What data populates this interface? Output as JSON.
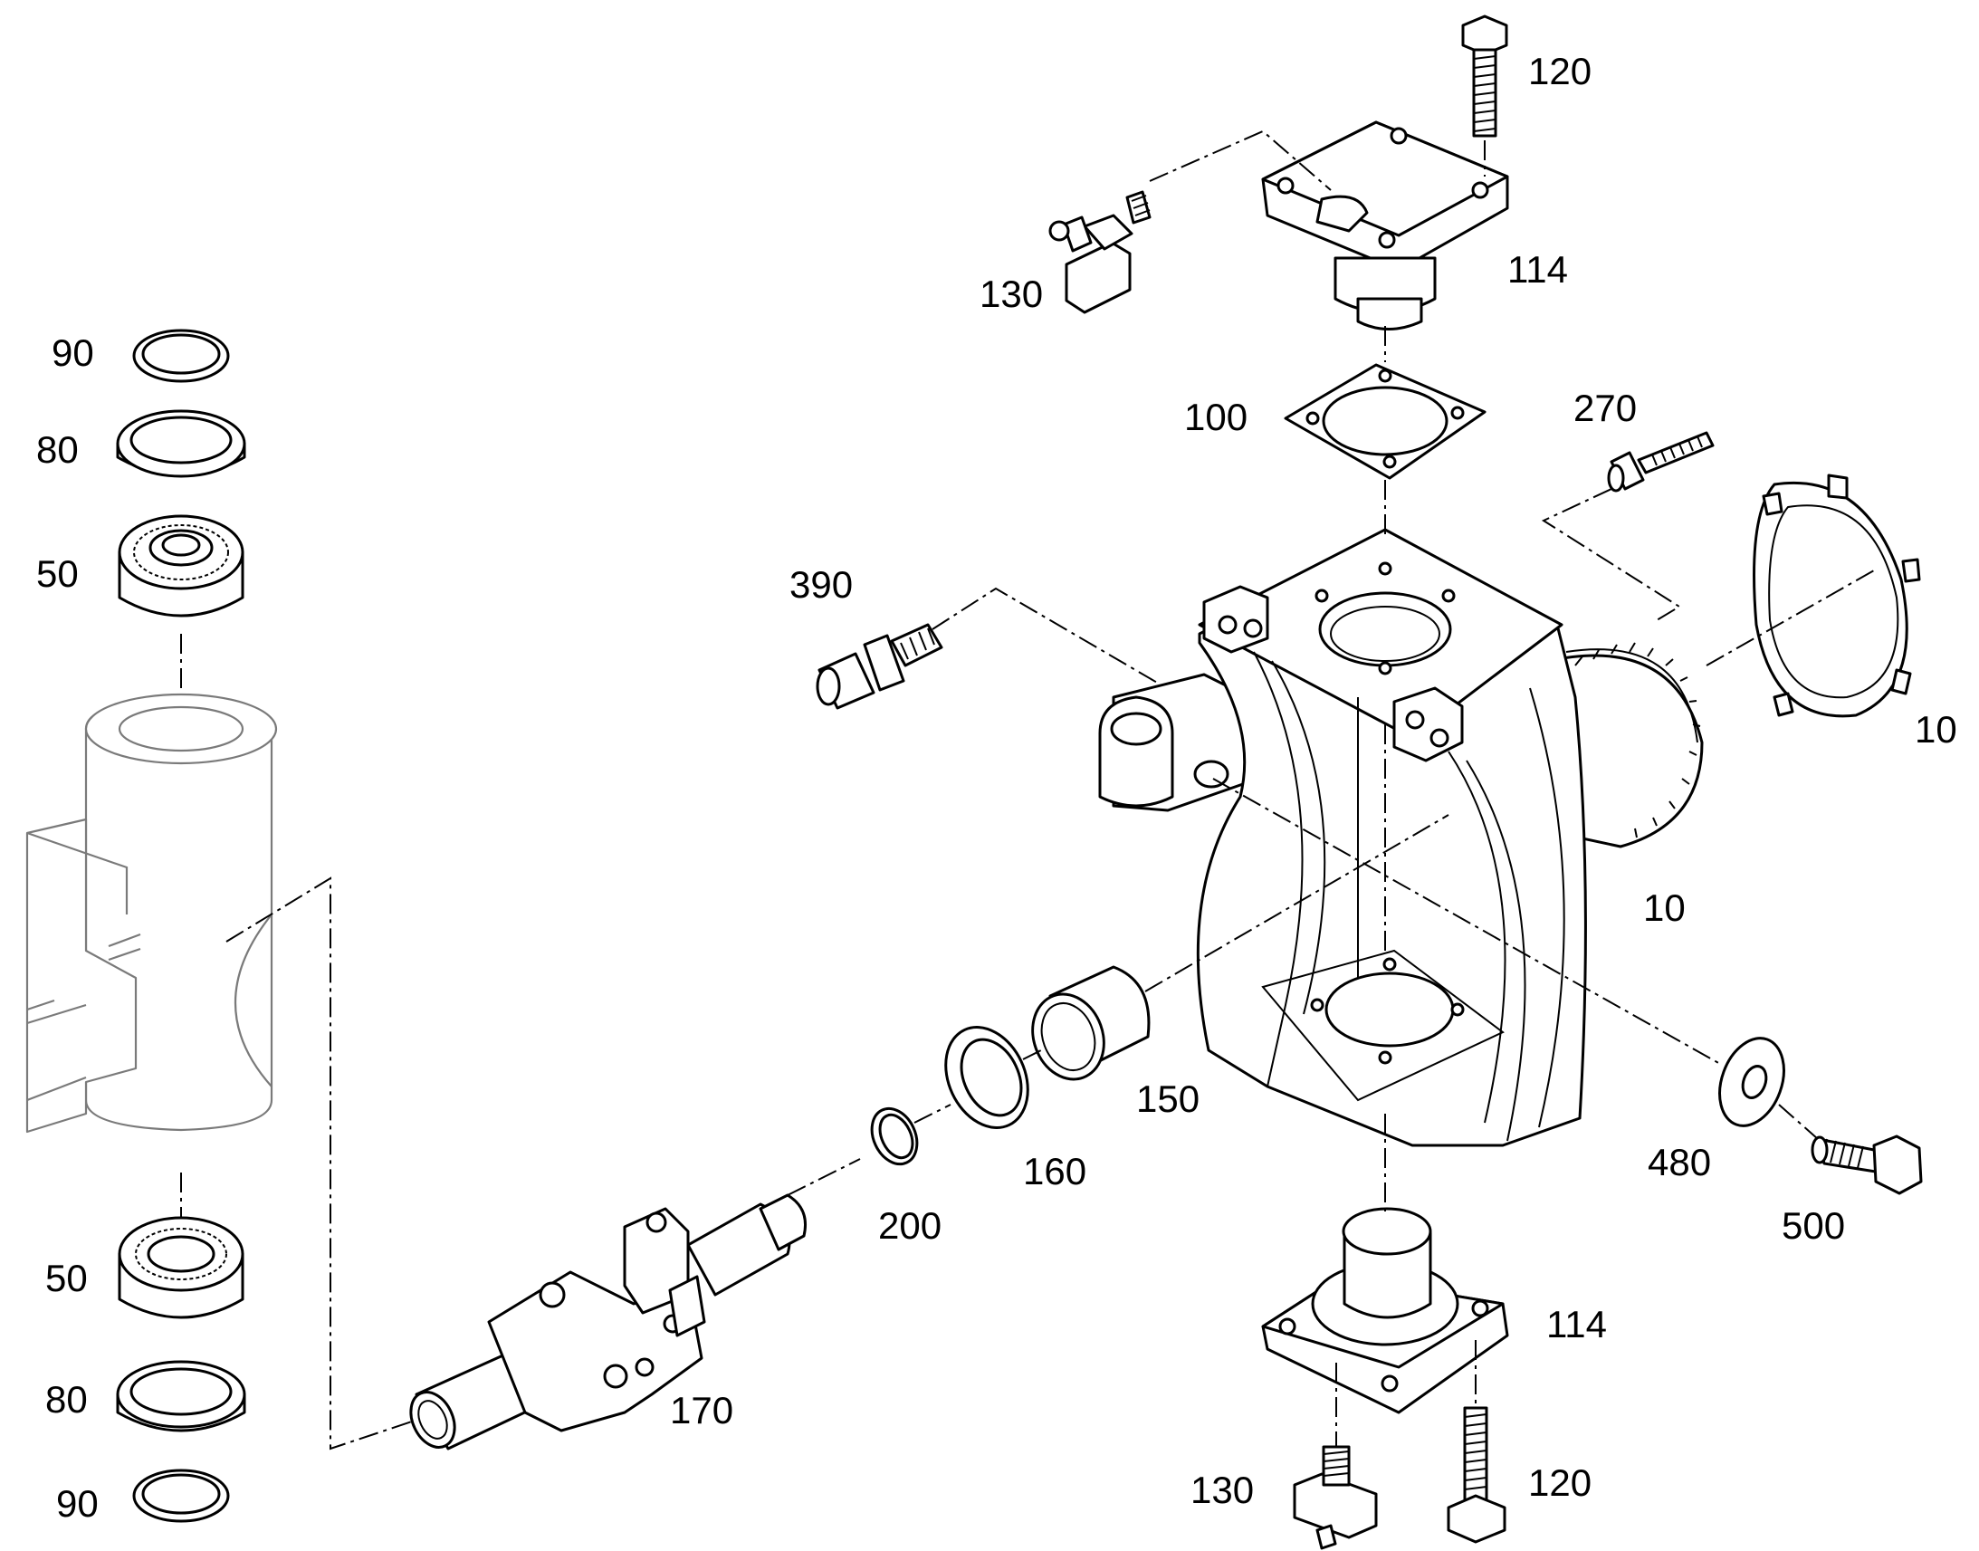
{
  "diagram": {
    "callouts": [
      {
        "id": "c-120-top",
        "text": "120"
      },
      {
        "id": "c-114-top",
        "text": "114"
      },
      {
        "id": "c-130-top",
        "text": "130"
      },
      {
        "id": "c-100",
        "text": "100"
      },
      {
        "id": "c-270",
        "text": "270"
      },
      {
        "id": "c-390",
        "text": "390"
      },
      {
        "id": "c-10-nut",
        "text": "10"
      },
      {
        "id": "c-10-housing",
        "text": "10"
      },
      {
        "id": "c-90-top",
        "text": "90"
      },
      {
        "id": "c-80-top",
        "text": "80"
      },
      {
        "id": "c-50-top",
        "text": "50"
      },
      {
        "id": "c-50-bottom",
        "text": "50"
      },
      {
        "id": "c-80-bottom",
        "text": "80"
      },
      {
        "id": "c-90-bottom",
        "text": "90"
      },
      {
        "id": "c-150",
        "text": "150"
      },
      {
        "id": "c-160",
        "text": "160"
      },
      {
        "id": "c-200",
        "text": "200"
      },
      {
        "id": "c-170",
        "text": "170"
      },
      {
        "id": "c-480",
        "text": "480"
      },
      {
        "id": "c-500",
        "text": "500"
      },
      {
        "id": "c-114-bottom",
        "text": "114"
      },
      {
        "id": "c-130-bottom",
        "text": "130"
      },
      {
        "id": "c-120-bottom",
        "text": "120"
      }
    ]
  }
}
